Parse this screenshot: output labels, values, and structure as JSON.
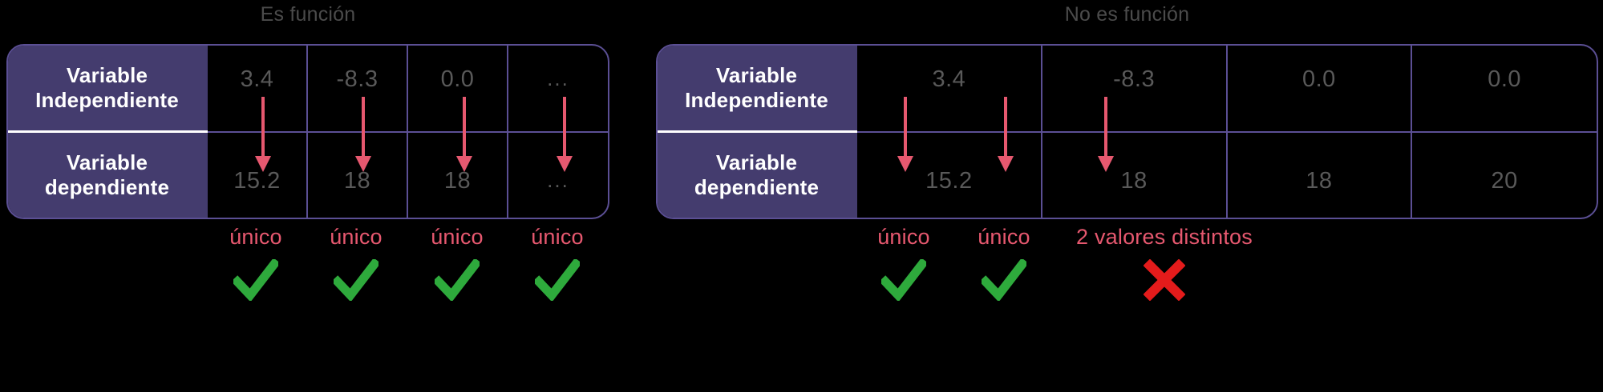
{
  "colors": {
    "background": "#000000",
    "panel_border": "#5b4f94",
    "row_label_bg": "#443c6e",
    "row_label_text": "#ffffff",
    "value_text": "#595959",
    "title_text": "#4b4b4b",
    "arrow": "#e6586f",
    "note_text": "#e6586f",
    "check_green": "#2eaa3c",
    "cross_red": "#e41b1b",
    "divider_white": "#ffffff"
  },
  "panels": [
    {
      "id": "es-funcion",
      "title": "Es función",
      "row_labels": {
        "independent": "Variable Independiente",
        "independent_lines": [
          "Variable",
          "Independiente"
        ],
        "dependent": "Variable dependiente",
        "dependent_lines": [
          "Variable",
          "dependiente"
        ]
      },
      "columns": [
        {
          "independent": "3.4",
          "dependent": "15.2",
          "arrow": true,
          "note": "único",
          "mark": "check-icon"
        },
        {
          "independent": "-8.3",
          "dependent": "18",
          "arrow": true,
          "note": "único",
          "mark": "check-icon"
        },
        {
          "independent": "0.0",
          "dependent": "18",
          "arrow": true,
          "note": "único",
          "mark": "check-icon"
        },
        {
          "independent": "...",
          "dependent": "...",
          "arrow": true,
          "note": "único",
          "mark": "check-icon"
        }
      ]
    },
    {
      "id": "no-es-funcion",
      "title": "No es función",
      "row_labels": {
        "independent": "Variable Independiente",
        "independent_lines": [
          "Variable",
          "Independiente"
        ],
        "dependent": "Variable dependiente",
        "dependent_lines": [
          "Variable",
          "dependiente"
        ]
      },
      "columns": [
        {
          "independent": "3.4",
          "dependent": "15.2",
          "arrow": true,
          "note": "único",
          "mark": "check-icon"
        },
        {
          "independent": "-8.3",
          "dependent": "18",
          "arrow": true,
          "note": "único",
          "mark": "check-icon"
        },
        {
          "independent": "0.0",
          "dependent": "18",
          "arrow": true,
          "note": "2 valores distintos",
          "mark": "cross-icon"
        },
        {
          "independent": "0.0",
          "dependent": "20",
          "arrow": false,
          "note": "",
          "mark": ""
        }
      ]
    }
  ]
}
